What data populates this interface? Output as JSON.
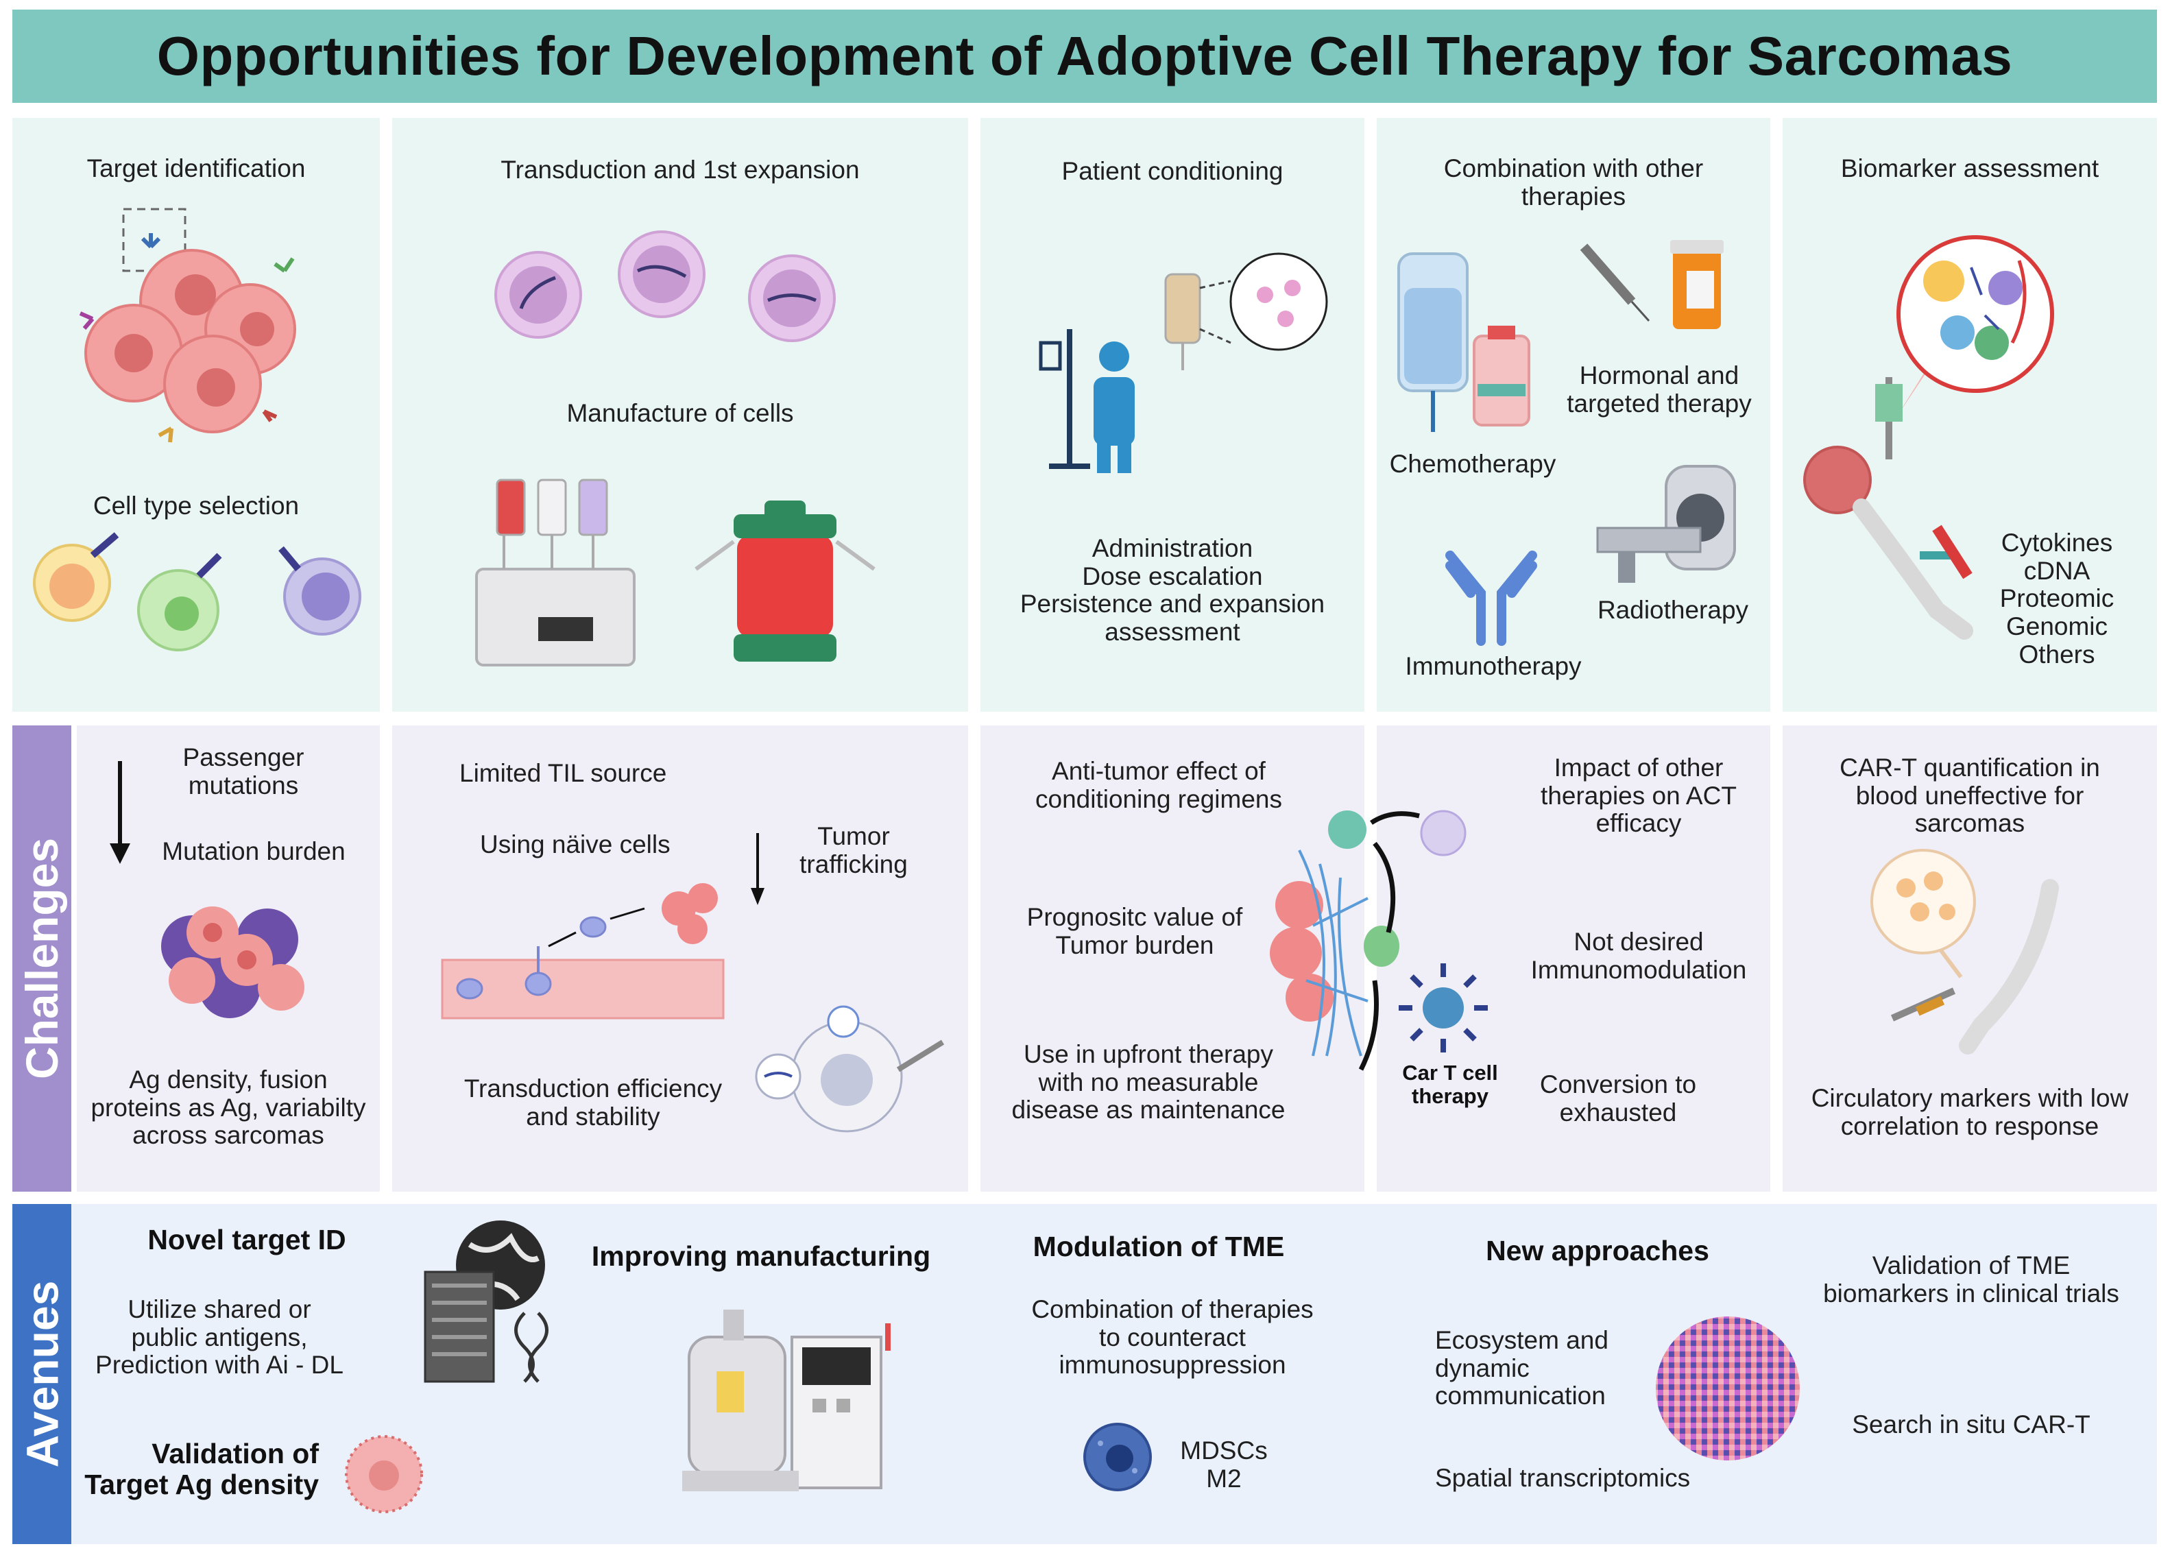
{
  "title": "Opportunities for Development of Adoptive Cell Therapy for Sarcomas",
  "rows": {
    "challenges_label": "Challenges",
    "avenues_label": "Avenues"
  },
  "opportunities": {
    "target_identification": "Target identification",
    "cell_type_selection": "Cell type selection",
    "transduction": "Transduction and 1st expansion",
    "manufacture": "Manufacture of cells",
    "patient_conditioning": "Patient conditioning",
    "conditioning_lines": [
      "Administration",
      "Dose escalation",
      "Persistence and expansion",
      "assessment"
    ],
    "combination_lines": [
      "Combination with other",
      "therapies"
    ],
    "chemotherapy": "Chemotherapy",
    "hormonal_lines": [
      "Hormonal and",
      "targeted  therapy"
    ],
    "radiotherapy": "Radiotherapy",
    "immunotherapy": "Immunotherapy",
    "biomarker": "Biomarker assessment",
    "biomarker_list": [
      "Cytokines",
      "cDNA",
      "Proteomic",
      "Genomic",
      "Others"
    ]
  },
  "challenges": {
    "passenger_lines": [
      "Passenger",
      "mutations"
    ],
    "mutation_burden": "Mutation burden",
    "ag_density_lines": [
      "Ag density, fusion",
      "proteins as Ag, variabilty",
      "across sarcomas"
    ],
    "limited_til": "Limited TIL source",
    "naive_cells": "Using  näive cells",
    "tumor_trafficking_lines": [
      "Tumor",
      "trafficking"
    ],
    "transduction_eff_lines": [
      "Transduction efficiency",
      "and stability"
    ],
    "antitumor_lines": [
      "Anti-tumor effect of",
      "conditioning regimens"
    ],
    "prognostic_lines": [
      "Prognositc value of",
      "Tumor burden"
    ],
    "upfront_lines": [
      "Use in upfront therapy",
      "with no measurable",
      "disease as maintenance"
    ],
    "cart_label_lines": [
      "Car T cell",
      "therapy"
    ],
    "impact_lines": [
      "Impact of other",
      "therapies on ACT",
      "efficacy"
    ],
    "not_desired_lines": [
      "Not desired",
      "Immunomodulation"
    ],
    "conversion_lines": [
      "Conversion to",
      "exhausted"
    ],
    "cart_quant_lines": [
      "CAR-T quantification in",
      "blood uneffective for",
      "sarcomas"
    ],
    "circulatory_lines": [
      "Circulatory markers with low",
      "correlation to response"
    ]
  },
  "avenues": {
    "novel_target": "Novel target ID",
    "utilize_lines": [
      "Utilize shared or",
      "public antigens,",
      "Prediction with Ai - DL"
    ],
    "validation_lines": [
      "Validation of",
      "Target Ag density"
    ],
    "improving": "Improving manufacturing",
    "modulation": "Modulation of TME",
    "combination_tme_lines": [
      "Combination of therapies",
      "to counteract",
      "immunosuppression"
    ],
    "mdsc_lines": [
      "MDSCs",
      "M2"
    ],
    "new_approaches": "New approaches",
    "ecosystem_lines": [
      "Ecosystem  and",
      "dynamic",
      "communication"
    ],
    "spatial": "Spatial transcriptomics",
    "validation_tme_lines": [
      "Validation of TME",
      "biomarkers in clinical trials"
    ],
    "search_insitu": "Search in situ CAR-T"
  },
  "colors": {
    "title_bar": "#7fc8c0",
    "top_panel": "#eaf6f3",
    "challenges_panel": "#f0eef7",
    "challenges_label": "#a08fcc",
    "avenues_panel": "#eaf1fb",
    "avenues_label": "#3d72c4"
  },
  "icons": [
    "tumor-cells-icon",
    "antibody-icon",
    "t-cell-icon",
    "dna-icon",
    "bioreactor-icon",
    "iv-bag-icon",
    "patient-icon",
    "syringe-icon",
    "mri-scanner-icon",
    "arm-blood-draw-icon",
    "globe-server-icon",
    "mdsc-cell-icon",
    "spatial-map-icon"
  ]
}
